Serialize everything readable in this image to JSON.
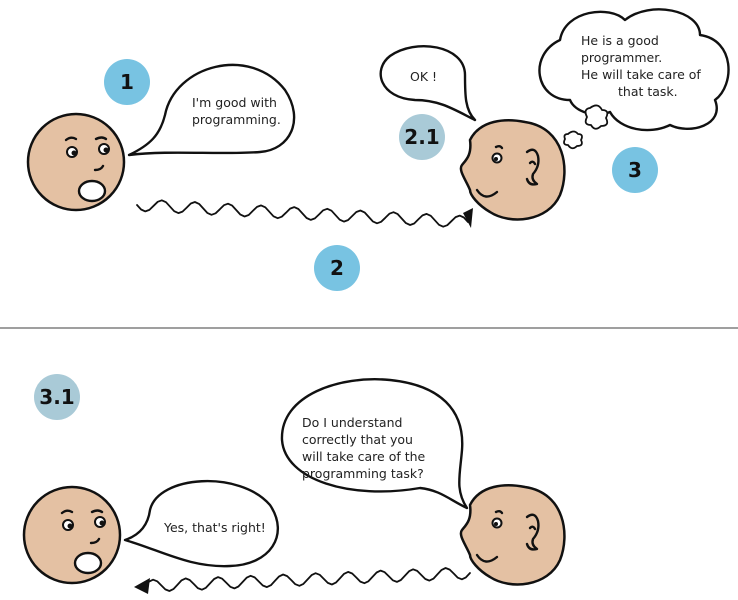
{
  "colors": {
    "face": "#e4c1a3",
    "step_primary": "#78c3e2",
    "step_secondary": "#a9cad7",
    "ink": "#111111"
  },
  "steps": {
    "s1": "1",
    "s2": "2",
    "s2_1": "2.1",
    "s3": "3",
    "s3_1": "3.1"
  },
  "bubbles": {
    "speaker_claim": [
      "I'm good with",
      "programming."
    ],
    "listener_ack": "OK !",
    "listener_thought": [
      "He is a good",
      "programmer.",
      "He will take care of",
      "that task."
    ],
    "listener_question": [
      "Do I understand",
      "correctly that you",
      "will take care of the",
      "programming task?"
    ],
    "speaker_confirm": "Yes, that's right!"
  }
}
